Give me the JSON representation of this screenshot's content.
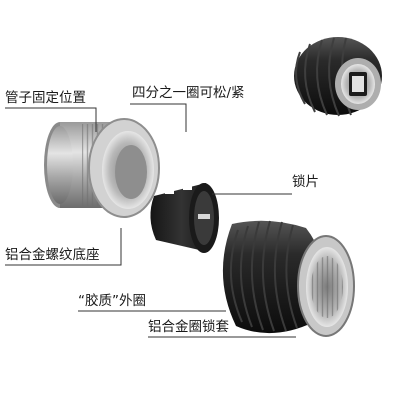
{
  "callouts": {
    "quarter_turn": "四分之一圈可松/紧",
    "pipe_fix": "管子固定位置",
    "lock_piece": "锁片",
    "aluminum_thread_base": "铝合金螺纹底座",
    "rubber_outer_ring": "“胶质”外圈",
    "aluminum_lock_sleeve": "铝合金圈锁套"
  }
}
